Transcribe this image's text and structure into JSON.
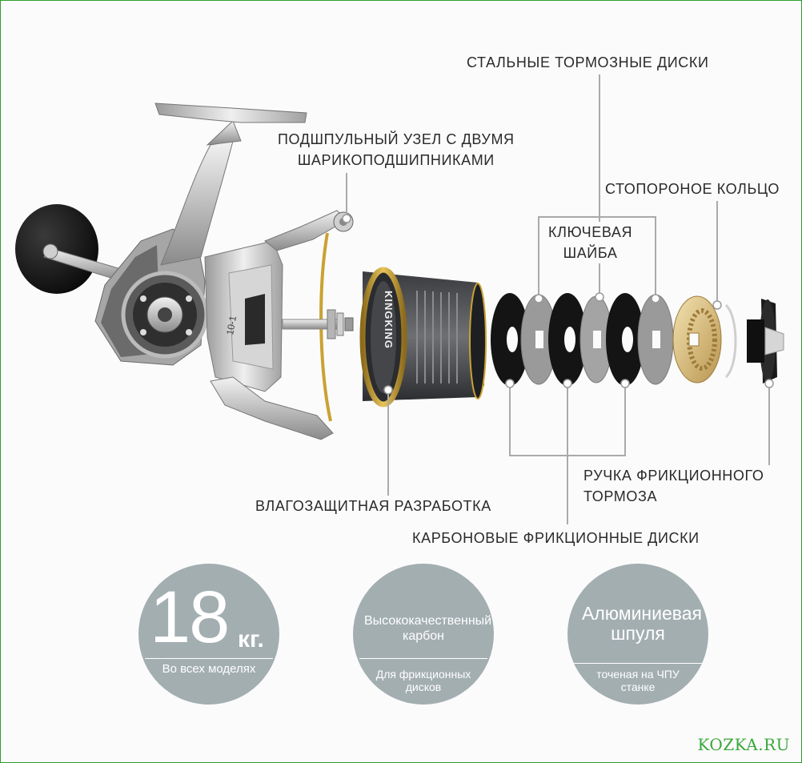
{
  "labels": {
    "steel_brake_discs": "СТАЛЬНЫЕ ТОРМОЗНЫЕ ДИСКИ",
    "bearing_unit_line1": "ПОДШПУЛЬНЫЙ УЗЕЛ С ДВУМЯ",
    "bearing_unit_line2": "ШАРИКОПОДШИПНИКАМИ",
    "stop_ring": "СТОПОРОНОЕ КОЛЬЦО",
    "key_washer_line1": "КЛЮЧЕВАЯ",
    "key_washer_line2": "ШАЙБА",
    "drag_knob_line1": "РУЧКА ФРИКЦИОННОГО",
    "drag_knob_line2": "ТОРМОЗА",
    "waterproof_design": "ВЛАГОЗАЩИТНАЯ РАЗРАБОТКА",
    "carbon_friction_discs": "КАРБОНОВЫЕ ФРИКЦИОННЫЕ ДИСКИ"
  },
  "reel": {
    "spool_brand": "KINGKING",
    "gear_ratio_marking": "10-1"
  },
  "badges": [
    {
      "number": "18",
      "unit": "кг.",
      "subtitle": "Во всех моделях"
    },
    {
      "title": "Высококачественный карбон",
      "subtitle": "Для фрикционных дисков"
    },
    {
      "title": "Алюминиевая шпуля",
      "subtitle": "точеная на ЧПУ станке"
    }
  ],
  "watermark": "KOZKA.RU",
  "colors": {
    "badge_fill": "#a3aeb1",
    "gold_accent": "#c9a233",
    "carbon_disc": "#141414",
    "steel_disc": "#9a9a9a",
    "frame_border": "#2e9e2e",
    "watermark": "#38a838"
  }
}
